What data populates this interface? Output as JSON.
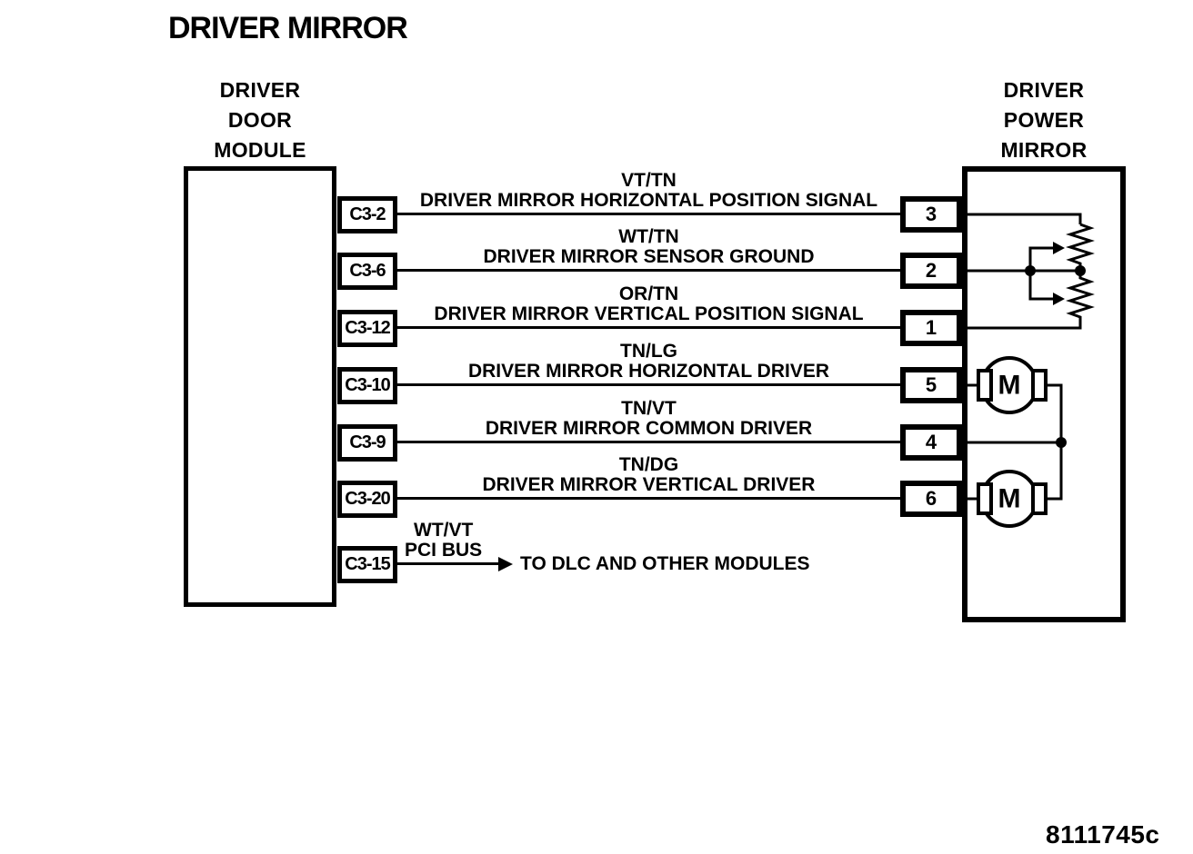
{
  "title": "DRIVER MIRROR",
  "footer_code": "8111745c",
  "left_module": {
    "name_lines": [
      "DRIVER",
      "DOOR",
      "MODULE"
    ]
  },
  "right_module": {
    "name_lines": [
      "DRIVER",
      "POWER",
      "MIRROR"
    ]
  },
  "rows": [
    {
      "left_pin": "C3-2",
      "wire_color": "VT/TN",
      "signal": "DRIVER MIRROR HORIZONTAL POSITION SIGNAL",
      "right_pin": "3"
    },
    {
      "left_pin": "C3-6",
      "wire_color": "WT/TN",
      "signal": "DRIVER MIRROR SENSOR GROUND",
      "right_pin": "2"
    },
    {
      "left_pin": "C3-12",
      "wire_color": "OR/TN",
      "signal": "DRIVER MIRROR VERTICAL POSITION SIGNAL",
      "right_pin": "1"
    },
    {
      "left_pin": "C3-10",
      "wire_color": "TN/LG",
      "signal": "DRIVER MIRROR HORIZONTAL DRIVER",
      "right_pin": "5"
    },
    {
      "left_pin": "C3-9",
      "wire_color": "TN/VT",
      "signal": "DRIVER MIRROR COMMON DRIVER",
      "right_pin": "4"
    },
    {
      "left_pin": "C3-20",
      "wire_color": "TN/DG",
      "signal": "DRIVER MIRROR VERTICAL DRIVER",
      "right_pin": "6"
    }
  ],
  "bus_row": {
    "left_pin": "C3-15",
    "wire_color": "WT/VT",
    "bus_label": "PCI BUS",
    "destination": "TO DLC AND OTHER MODULES"
  },
  "symbols": {
    "motor_label": "M"
  },
  "colors": {
    "ink": "#000000",
    "paper": "#ffffff"
  }
}
